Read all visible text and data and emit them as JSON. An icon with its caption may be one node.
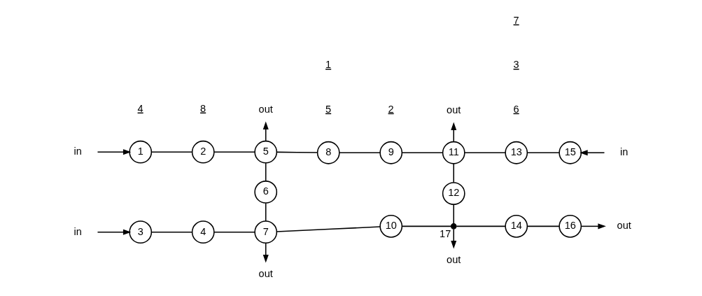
{
  "diagram": {
    "nodes": [
      {
        "text": [
          "out"
        ]
      },
      {
        "text": [
          "out"
        ]
      },
      {
        "text": [
          "1"
        ]
      },
      {
        "text": [
          "2"
        ]
      },
      {
        "text": [
          "5"
        ]
      },
      {
        "text": [
          "8"
        ]
      },
      {
        "text": [
          "9"
        ]
      },
      {
        "text": [
          "11"
        ]
      },
      {
        "text": [
          "13"
        ]
      },
      {
        "text": [
          "15"
        ]
      },
      {
        "text": [
          "in"
        ]
      },
      {
        "text": [
          "in"
        ]
      },
      {
        "text": [
          "6"
        ]
      },
      {
        "text": [
          "12"
        ]
      },
      {
        "text": [
          "3"
        ]
      },
      {
        "text": [
          "4"
        ]
      },
      {
        "text": [
          "7"
        ]
      },
      {
        "text": [
          "10"
        ]
      },
      {
        "text": [],
        "shape": "dot",
        "beside": [
          "17"
        ]
      },
      {
        "text": [
          "14"
        ]
      },
      {
        "text": [
          "16"
        ]
      },
      {
        "text": [
          "in"
        ]
      },
      {
        "text": [
          "out"
        ]
      },
      {
        "text": [
          "out"
        ]
      },
      {
        "text": [
          "out"
        ]
      }
    ],
    "edges": [
      {
        "from": 10,
        "to": 2,
        "arrow": "to"
      },
      {
        "from": 2,
        "to": 3,
        "arrow": "none"
      },
      {
        "from": 3,
        "to": 4,
        "arrow": "none"
      },
      {
        "from": 4,
        "to": 5,
        "arrow": "none"
      },
      {
        "from": 5,
        "to": 6,
        "arrow": "none"
      },
      {
        "from": 6,
        "to": 7,
        "arrow": "none"
      },
      {
        "from": 7,
        "to": 8,
        "arrow": "none"
      },
      {
        "from": 8,
        "to": 9,
        "arrow": "none"
      },
      {
        "from": 11,
        "to": 9,
        "arrow": "to"
      },
      {
        "from": 4,
        "to": 0,
        "arrow": "to"
      },
      {
        "from": 7,
        "to": 1,
        "arrow": "to"
      },
      {
        "from": 4,
        "to": 12,
        "arrow": "none"
      },
      {
        "from": 12,
        "to": 16,
        "arrow": "none"
      },
      {
        "from": 7,
        "to": 13,
        "arrow": "none"
      },
      {
        "from": 13,
        "to": 18,
        "arrow": "none"
      },
      {
        "from": 21,
        "to": 14,
        "arrow": "to"
      },
      {
        "from": 14,
        "to": 15,
        "arrow": "none"
      },
      {
        "from": 15,
        "to": 16,
        "arrow": "none"
      },
      {
        "from": 16,
        "to": 17,
        "arrow": "none"
      },
      {
        "from": 17,
        "to": 18,
        "arrow": "none"
      },
      {
        "from": 18,
        "to": 19,
        "arrow": "none"
      },
      {
        "from": 19,
        "to": 20,
        "arrow": "none"
      },
      {
        "from": 20,
        "to": 22,
        "arrow": "to"
      },
      {
        "from": 16,
        "to": 23,
        "arrow": "to"
      },
      {
        "from": 18,
        "to": 24,
        "arrow": "to"
      }
    ],
    "labels": [
      "4",
      "5",
      "6",
      "1",
      "3",
      "8",
      "2",
      "7"
    ]
  }
}
